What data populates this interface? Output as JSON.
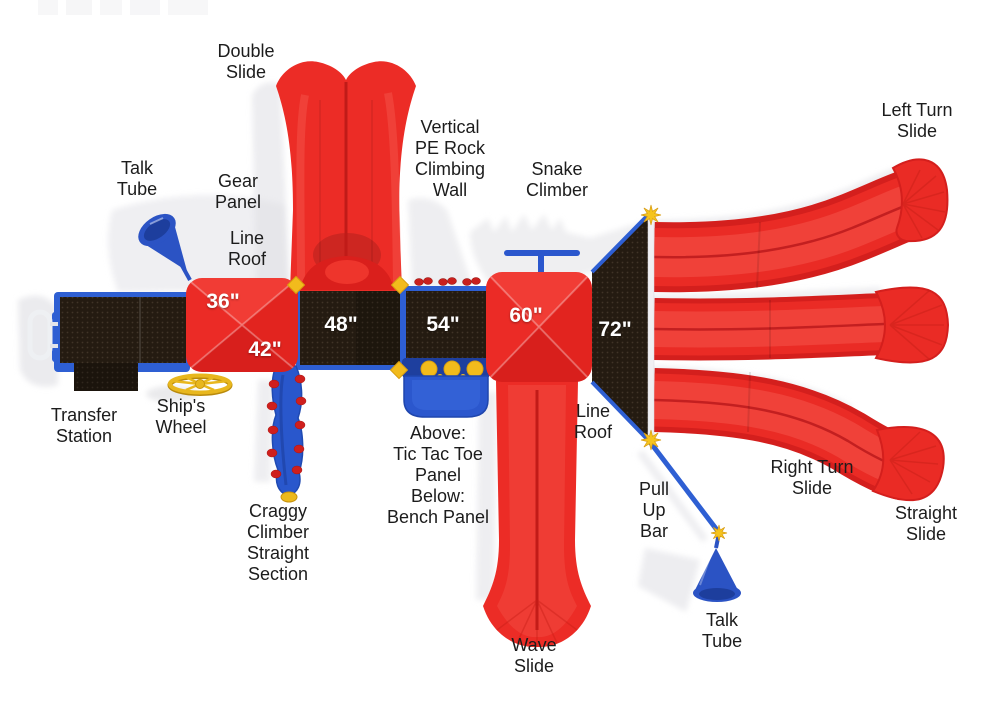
{
  "diagram": {
    "type": "playground-equipment-top-view",
    "background": "#ffffff"
  },
  "labels": {
    "double_slide": "Double\nSlide",
    "talk_tube_top": "Talk\nTube",
    "gear_panel": "Gear\nPanel",
    "line_roof_top": "Line\nRoof",
    "vertical_pe_rock_climbing_wall": "Vertical\nPE Rock\nClimbing\nWall",
    "snake_climber": "Snake\nClimber",
    "left_turn_slide": "Left Turn\nSlide",
    "transfer_station": "Transfer\nStation",
    "ships_wheel": "Ship's\nWheel",
    "craggy_climber": "Craggy\nClimber\nStraight\nSection",
    "panel_stack": "Above:\nTic Tac Toe\nPanel\nBelow:\nBench Panel",
    "line_roof_bottom": "Line\nRoof",
    "pull_up_bar": "Pull\nUp\nBar",
    "talk_tube_bottom": "Talk\nTube",
    "wave_slide": "Wave\nSlide",
    "right_turn_slide": "Right Turn\nSlide",
    "straight_slide": "Straight\nSlide"
  },
  "measurements": {
    "deck36": "36\"",
    "deck42": "42\"",
    "deck48": "48\"",
    "deck54": "54\"",
    "deck60": "60\"",
    "deck72": "72\""
  },
  "colors": {
    "slide_red": "#e92823",
    "slide_red_dark": "#d41f1d",
    "slide_red_light": "#f4544a",
    "deck_dark": "#241b11",
    "deck_dot": "#45392a",
    "structure_blue": "#2e5fd3",
    "structure_blue_dark": "#1e3f9e",
    "connector_yellow": "#f2bb1c",
    "shadow_gray": "#dedee3",
    "label_text": "#1c1c1c",
    "measurement_text": "#ffffff"
  }
}
